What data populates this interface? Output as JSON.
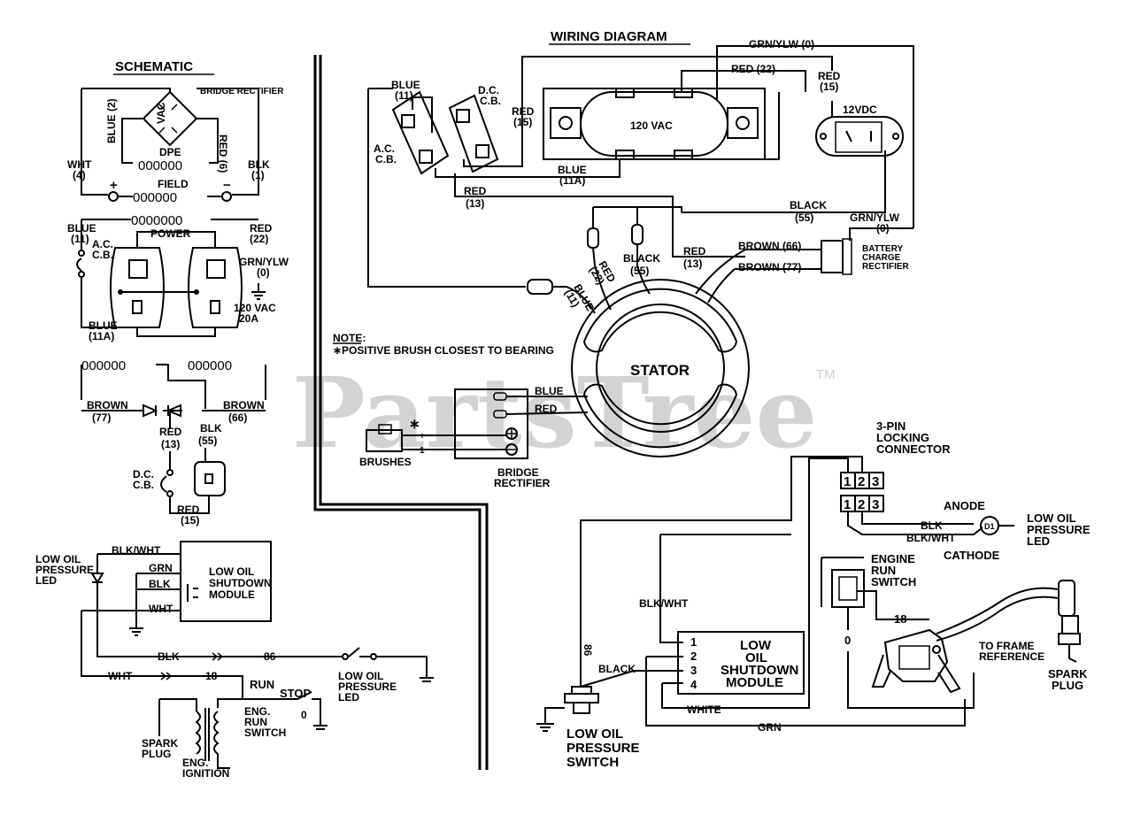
{
  "watermark": {
    "text": "PartsTree",
    "tm": "TM"
  },
  "schematic": {
    "title": "SCHEMATIC",
    "bridge_rectifier": "BRIDGE RECTIFIER",
    "blue_2": "BLUE (2)",
    "red_6": "RED (6)",
    "dpe": "DPE",
    "wht_4": [
      "WHT",
      "(4)"
    ],
    "blk_1": [
      "BLK",
      "(1)"
    ],
    "field": "FIELD",
    "plus": "+",
    "minus": "−",
    "blue_11": [
      "BLUE",
      "(11)"
    ],
    "power": "POWER",
    "red_22": [
      "RED",
      "(22)"
    ],
    "ac_cb": [
      "A.C.",
      "C.B."
    ],
    "grn_ylw_0": [
      "GRN/YLW",
      "(0)"
    ],
    "vac_20a": [
      "120 VAC",
      "20A"
    ],
    "blue_11a": [
      "BLUE",
      "(11A)"
    ],
    "brown_77": [
      "BROWN",
      "(77)"
    ],
    "brown_66": [
      "BROWN",
      "(66)"
    ],
    "red_13": [
      "RED",
      "(13)"
    ],
    "blk_55": [
      "BLK",
      "(55)"
    ],
    "dc_cb": [
      "D.C.",
      "C.B."
    ],
    "red_15": [
      "RED",
      "(15)"
    ],
    "lop_led": [
      "LOW OIL",
      "PRESSURE",
      "LED"
    ],
    "blk_wht": "BLK/WHT",
    "grn": "GRN",
    "blk": "BLK",
    "wht": "WHT",
    "shutdown_module": [
      "LOW OIL",
      "SHUTDOWN",
      "MODULE"
    ],
    "blk_86": [
      "BLK",
      "86"
    ],
    "wht_18": [
      "WHT",
      "18"
    ],
    "lop_led2": [
      "LOW OIL",
      "PRESSURE",
      "LED"
    ],
    "run": "RUN",
    "stop": "STOP",
    "eng_run_switch": [
      "ENG.",
      "RUN",
      "SWITCH"
    ],
    "zero": "0",
    "spark_plug": [
      "SPARK",
      "PLUG"
    ],
    "eng_ignition": [
      "ENG.",
      "IGNITION"
    ]
  },
  "wiring": {
    "title": "WIRING DIAGRAM",
    "grn_ylw_0_top": "GRN/YLW (0)",
    "red_22": "RED (22)",
    "red_15_right": [
      "RED",
      "(15)"
    ],
    "vdc12": "12VDC",
    "blue_11": [
      "BLUE",
      "(11)"
    ],
    "dc_cb": [
      "D.C.",
      "C.B."
    ],
    "red_15": [
      "RED",
      "(15)"
    ],
    "vac120": "120 VAC",
    "ac_cb": [
      "A.C.",
      "C.B."
    ],
    "blue_11a": [
      "BLUE",
      "(11A)"
    ],
    "red_13": [
      "RED",
      "(13)"
    ],
    "black_55": [
      "BLACK",
      "(55)"
    ],
    "grn_ylw_0": [
      "GRN/YLW",
      "(0)"
    ],
    "battery_rect": [
      "BATTERY",
      "CHARGE",
      "RECTIFIER"
    ],
    "brown_66": "BROWN (66)",
    "brown_77": "BROWN (77)",
    "red_13b": [
      "RED",
      "(13)"
    ],
    "black_55b": [
      "BLACK",
      "(55)"
    ],
    "red_22_stator": [
      "RED",
      "(22)"
    ],
    "blue_11_stator": [
      "BLUE",
      "(11)"
    ],
    "note_title": "NOTE:",
    "note_text": "∗POSITIVE BRUSH CLOSEST TO BEARING",
    "stator": "STATOR",
    "blue": "BLUE",
    "red": "RED",
    "asterisk": "∗",
    "brushes": "BRUSHES",
    "bridge_rect": [
      "BRIDGE",
      "RECTIFIER"
    ],
    "connector": [
      "3-PIN",
      "LOCKING",
      "CONNECTOR"
    ],
    "pins": [
      "1",
      "2",
      "3"
    ],
    "anode": "ANODE",
    "cathode": "CATHODE",
    "blk": "BLK",
    "blk_wht": "BLK/WHT",
    "lop_led": [
      "LOW OIL",
      "PRESSURE",
      "LED"
    ],
    "engine_run_switch": [
      "ENGINE",
      "RUN",
      "SWITCH"
    ],
    "n18": "18",
    "n0": "0",
    "blk_wht_left": "BLK/WHT",
    "n86": "86",
    "black": "BLACK",
    "module_pins": [
      "1",
      "2",
      "3",
      "4"
    ],
    "shutdown_module": [
      "LOW",
      "OIL",
      "SHUTDOWN",
      "MODULE"
    ],
    "white": "WHITE",
    "grn": "GRN",
    "frame_ref": [
      "TO FRAME",
      "REFERENCE"
    ],
    "spark_plug": [
      "SPARK",
      "PLUG"
    ],
    "lop_switch": [
      "LOW OIL",
      "PRESSURE",
      "SWITCH"
    ]
  }
}
